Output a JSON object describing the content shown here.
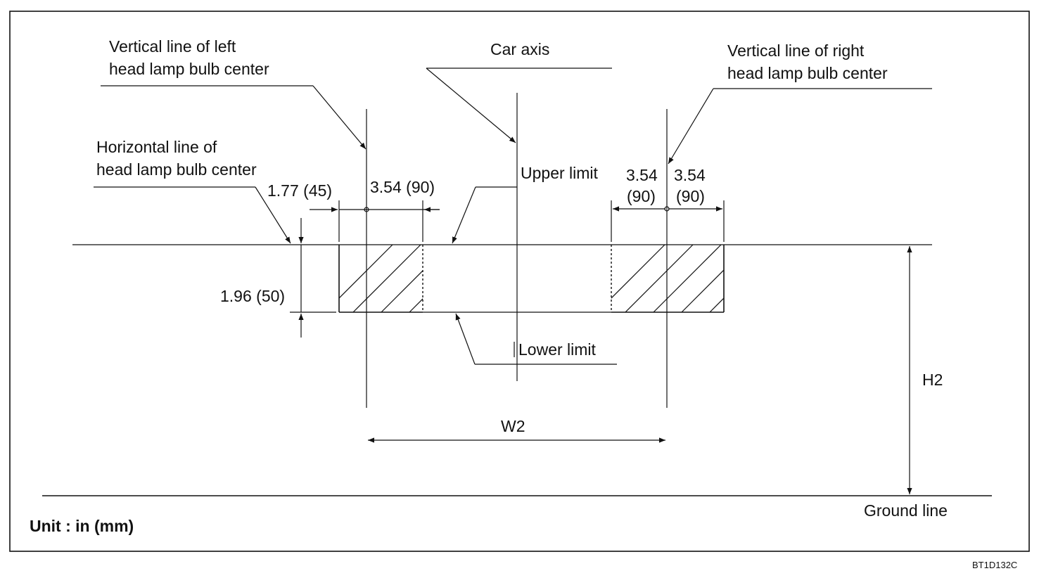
{
  "labels": {
    "left_vertical_line_1": "Vertical line of left",
    "left_vertical_line_2": "head lamp bulb center",
    "car_axis": "Car axis",
    "right_vertical_line_1": "Vertical line of right",
    "right_vertical_line_2": "head lamp bulb center",
    "horizontal_line_1": "Horizontal line of",
    "horizontal_line_2": "head lamp bulb center",
    "upper_limit": "Upper limit",
    "lower_limit": "Lower limit",
    "dim_left_offset": "1.77 (45)",
    "dim_left_width": "3.54 (90)",
    "dim_right_a_1": "3.54",
    "dim_right_a_2": "(90)",
    "dim_right_b_1": "3.54",
    "dim_right_b_2": "(90)",
    "dim_height": "1.96 (50)",
    "w2": "W2",
    "h2": "H2",
    "ground_line": "Ground line",
    "unit": "Unit : in (mm)",
    "figure_code": "BT1D132C"
  }
}
